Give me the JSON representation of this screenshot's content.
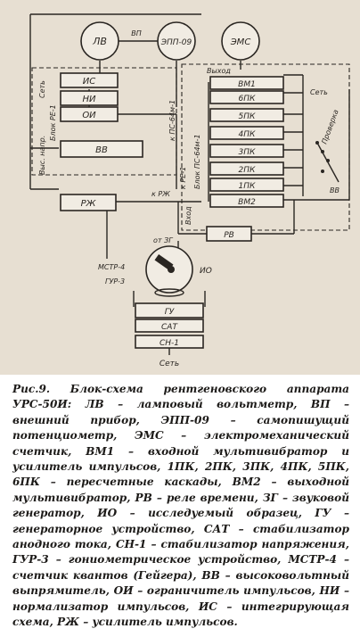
{
  "diagram": {
    "blocks": {
      "lv": "ЛВ",
      "epp": "ЭПП-09",
      "ems": "ЭМС",
      "is": "ИС",
      "ni": "НИ",
      "oi": "ОИ",
      "vv": "ВВ",
      "rzh": "РЖ",
      "vm1": "ВМ1",
      "pk6": "6ПК",
      "pk5": "5ПК",
      "pk4": "4ПК",
      "pk3": "3ПК",
      "pk2": "2ПК",
      "pk1": "1ПК",
      "vm2": "ВМ2",
      "rv": "РВ",
      "io": "ИО",
      "gu": "ГУ",
      "sat": "САТ",
      "sn1": "СН-1"
    },
    "labels": {
      "vp": "ВП",
      "set_left": "Сеть",
      "block_re1": "Блок РЕ-1",
      "vys_napr": "Выс. напр.",
      "k_ps64m": "к ПС-64м-1",
      "vyhod": "Выход",
      "set_right": "Сеть",
      "block_ps64m": "Блок ПС-64м-1",
      "proverka": "Проверка",
      "vv_sw": "ВВ",
      "k_rzh": "к РЖ",
      "k_re1": "к РЕ-1",
      "vhod": "Вход",
      "ot_zg": "от ЗГ",
      "mstr4": "МСТР-4",
      "gur3": "ГУР-3",
      "set_bottom": "Сеть"
    }
  },
  "caption": "Рис.9. Блок-схема рентгеновского аппарата УРС-50И: ЛВ – ламповый вольтметр, ВП – внешний прибор, ЭПП-09 – самопишущий потенциометр, ЭМС – электромеханический счетчик, ВМ1 – входной мультивибратор и усилитель импульсов, 1ПК, 2ПК, 3ПК, 4ПК, 5ПК, 6ПК – пересчетные каскады, ВМ2 – выходной мультивибратор, РВ – реле времени, ЗГ – звуковой генератор, ИО – исследуемый образец, ГУ – генераторное устройство, САТ – стабилизатор анодного тока, СН-1 – стабилизатор напряжения, ГУР-3 – гониометрическое устройство, МСТР-4 – счетчик квантов (Гейгера), ВВ – высоковольтный выпрямитель, ОИ – ограничитель импульсов, НИ – нормализатор импульсов, ИС – интегрирующая схема, РЖ – усилитель импульсов."
}
